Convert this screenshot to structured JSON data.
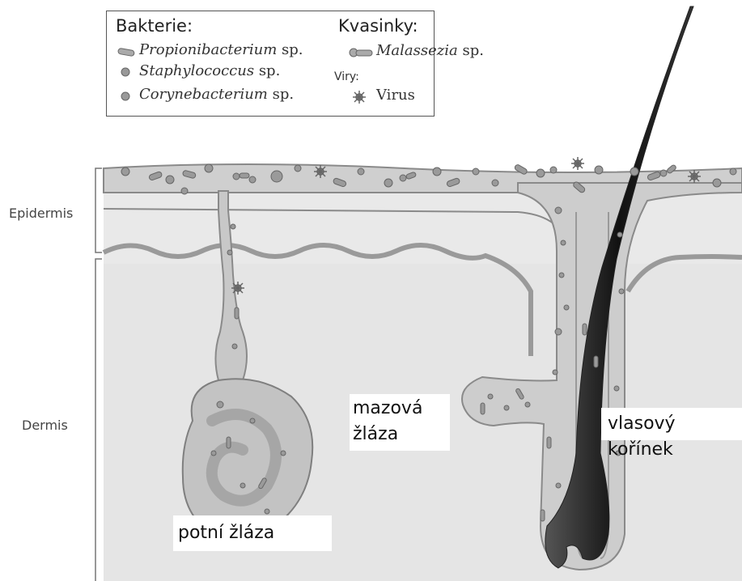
{
  "legend": {
    "bacteria_heading": "Bakterie:",
    "fungi_heading": "Kvasinky:",
    "viruses_heading": "Viry:",
    "items": [
      {
        "name": "Propionibacterium",
        "suffix": " sp."
      },
      {
        "name": "Staphylococcus",
        "suffix": " sp."
      },
      {
        "name": "Corynebacterium",
        "suffix": " sp."
      },
      {
        "name": "Malassezia",
        "suffix": " sp."
      },
      {
        "name": "",
        "suffix": "Virus"
      }
    ]
  },
  "layers": {
    "epidermis": "Epidermis",
    "dermis": "Dermis"
  },
  "labels": {
    "sweat_gland": "potní žláza",
    "sebaceous_line1": "mazová",
    "sebaceous_line2": "žláza",
    "hair_root": "vlasový kořínek"
  },
  "colors": {
    "skin_surface": "#cfcfcf",
    "dermis": "#e4e4e4",
    "gland_fill": "#c8c8c8",
    "outline": "#8a8a8a",
    "hair": "#1a1a1a",
    "microbe": "#9a9a9a"
  }
}
